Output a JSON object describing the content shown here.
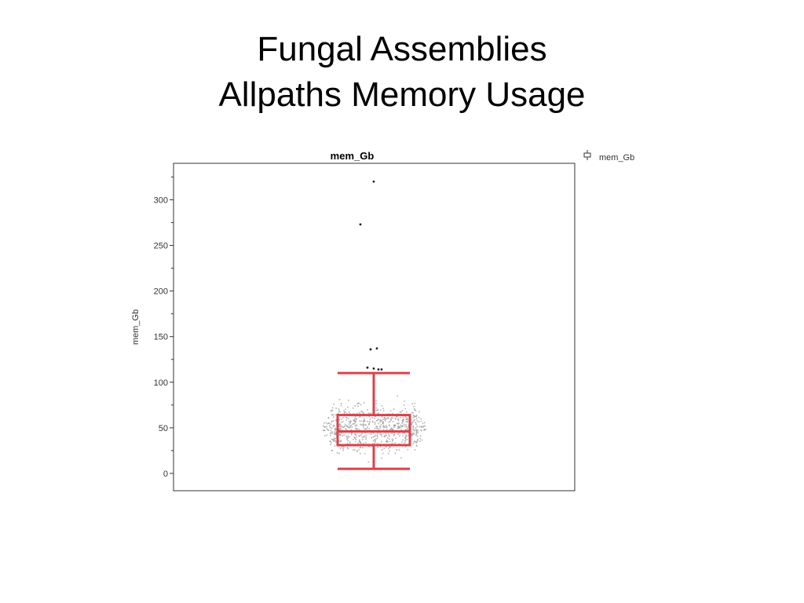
{
  "slide": {
    "title_line1": "Fungal Assemblies",
    "title_line2": "Allpaths Memory Usage"
  },
  "chart_data": {
    "type": "box",
    "title": "mem_Gb",
    "xlabel": "",
    "ylabel": "mem_Gb",
    "ylim": [
      -19,
      340
    ],
    "yticks": [
      0,
      50,
      100,
      150,
      200,
      250,
      300
    ],
    "grid": false,
    "legend": {
      "position": "top-right",
      "entries": [
        "mem_Gb"
      ]
    },
    "series": [
      {
        "name": "mem_Gb",
        "box": {
          "whisker_low": 5,
          "q1": 31,
          "median": 46,
          "q3": 64,
          "whisker_high": 110
        },
        "outliers": [
          320,
          273,
          137,
          136,
          116,
          115,
          114,
          114
        ]
      }
    ],
    "jitter_points": {
      "count": 700,
      "center": 50,
      "spread": 18,
      "min": 5,
      "max": 110
    },
    "colors": {
      "box": "#e0404a",
      "points": "#999999",
      "outliers": "#222222",
      "axis": "#333333"
    }
  }
}
